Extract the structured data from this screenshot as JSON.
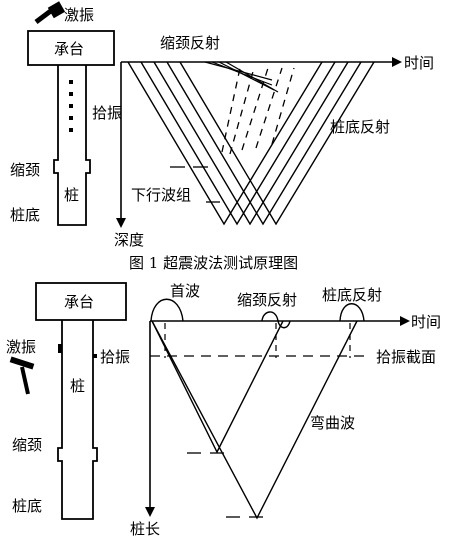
{
  "figure1": {
    "hammer_label": "激振",
    "cap_label": "承台",
    "pickup_label": "拾振",
    "neck_label": "缩颈",
    "pile_label": "桩",
    "pile_bottom_label": "桩底",
    "neck_reflection_label": "缩颈反射",
    "time_label": "时间",
    "pile_bottom_reflection_label": "桩底反射",
    "down_wave_label": "下行波组",
    "depth_label": "深度",
    "caption": "图 1 超震波法测试原理图"
  },
  "figure2": {
    "cap_label": "承台",
    "first_wave_label": "首波",
    "neck_reflection_label": "缩颈反射",
    "pile_bottom_reflection_label": "桩底反射",
    "time_label": "时间",
    "hammer_label": "激振",
    "pickup_label": "拾振",
    "pickup_section_label": "拾振截面",
    "pile_label": "桩",
    "bending_wave_label": "弯曲波",
    "neck_label": "缩颈",
    "pile_bottom_label": "桩底",
    "pile_length_label": "桩长"
  }
}
